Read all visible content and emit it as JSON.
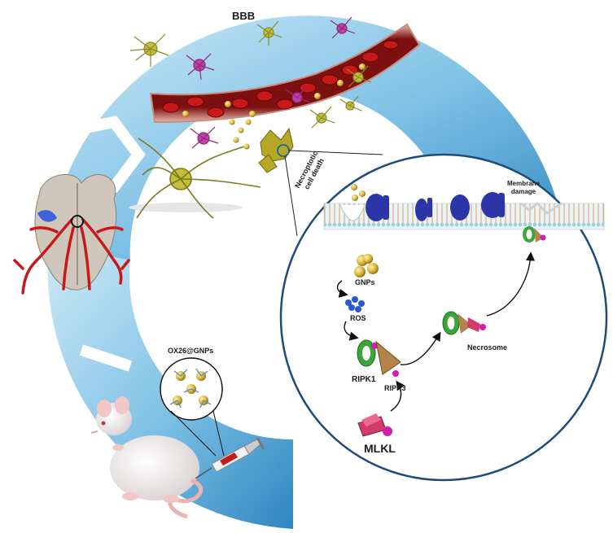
{
  "labels": {
    "bbb": "BBB",
    "necroptotic_line1": "Necroptotic",
    "necroptotic_line2": "cell death",
    "membrane_line1": "Membrane",
    "membrane_line2": "damage",
    "gnps": "GNPs",
    "ros": "ROS",
    "necrosome": "Necrosome",
    "ripk1": "RIPK1",
    "ripk3": "RIPK3",
    "mlkl": "MLKL",
    "ox26": "OX26@GNPs"
  },
  "icons": {
    "ring": "cycle-ring",
    "vessel": "blood-vessel-icon",
    "brain": "brain-icon",
    "mouse": "mouse-icon",
    "syringe": "syringe-icon"
  },
  "colors": {
    "ring_light": "#a9d8ef",
    "ring_dark": "#3f93c9",
    "vessel_red": "#8e1616",
    "gold": "#d8b43a",
    "neuron": "#c2bf3a",
    "microglia": "#c23fa8",
    "protein_blue": "#2b35a8",
    "ripk_green": "#3aa63a",
    "mlkl_pink": "#d13b6a",
    "magenta_dot": "#d11fb0"
  }
}
